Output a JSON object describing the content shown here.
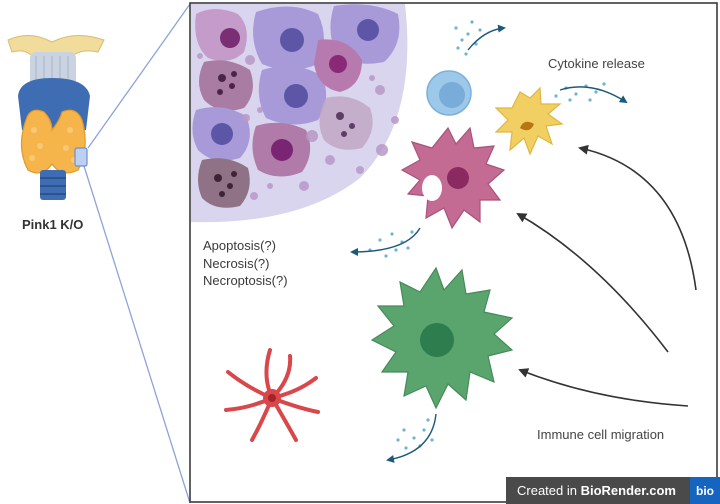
{
  "left_panel": {
    "label": "Pink1 K/O"
  },
  "cell_death": {
    "lines": [
      "Apoptosis(?)",
      "Necrosis(?)",
      "Necroptosis(?)"
    ]
  },
  "labels": {
    "cytokine": "Cytokine release",
    "migration": "Immune cell migration"
  },
  "watermark": {
    "prefix": "Created in ",
    "brand": "BioRender.com",
    "logo": "bio"
  },
  "colors": {
    "thyroid": "#f5b54a",
    "trachea": "#3f6db3",
    "panel_border": "#3b3b3b",
    "zoom_lines": "#8fa3d8",
    "dying_cells_region": "#d5d0ec",
    "macrophage_pink": "#c46b94",
    "macrophage_green": "#5aa56e",
    "dendritic_yellow": "#f2cf63",
    "lymphocyte_blue": "#9cc8ea",
    "neutrophil_red": "#d9474a"
  },
  "icons": [
    "thyroid-organ-icon",
    "lymphocyte-icon",
    "dendritic-cell-icon",
    "macrophage-icon",
    "microglia-red-icon",
    "cytokine-particles-icon",
    "migration-arrow-icon"
  ]
}
